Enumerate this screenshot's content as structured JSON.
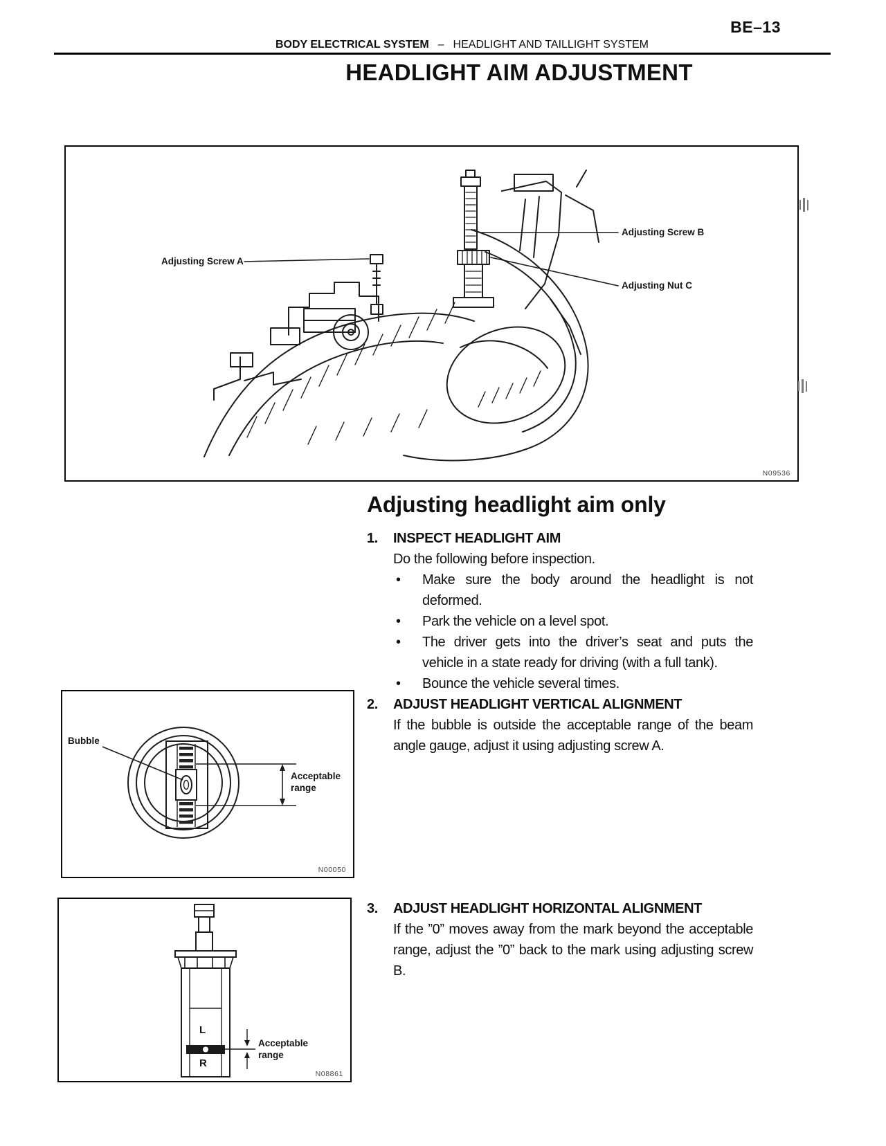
{
  "page": {
    "page_number": "BE–13",
    "header_bold": "BODY ELECTRICAL SYSTEM",
    "header_separator": "–",
    "header_rest": "HEADLIGHT AND TAILLIGHT SYSTEM",
    "title": "HEADLIGHT AIM ADJUSTMENT"
  },
  "figure1": {
    "screw_a_label": "Adjusting Screw A",
    "screw_b_label": "Adjusting Screw B",
    "nut_c_label": "Adjusting Nut C",
    "code": "N09536"
  },
  "section": {
    "heading": "Adjusting headlight aim only",
    "bullet_glyph": "•",
    "steps": [
      {
        "number": "1.",
        "title": "INSPECT HEADLIGHT AIM",
        "intro": "Do the following before inspection.",
        "bullets": [
          "Make sure the body around the headlight is not deformed.",
          "Park the vehicle on a level spot.",
          "The driver gets into the driver’s seat and puts the vehicle in a state ready for driving (with a full tank).",
          "Bounce the vehicle several times."
        ]
      },
      {
        "number": "2.",
        "title": "ADJUST HEADLIGHT VERTICAL ALIGNMENT",
        "body": "If the bubble is outside the acceptable range of the beam angle gauge, adjust it using adjusting screw A."
      },
      {
        "number": "3.",
        "title": "ADJUST HEADLIGHT HORIZONTAL ALIGNMENT",
        "body": "If the ”0” moves away from the mark beyond the acceptable range, adjust the ”0” back to the mark using adjusting screw B."
      }
    ]
  },
  "figure2": {
    "bubble_label": "Bubble",
    "range_label": "Acceptable range",
    "code": "N00050"
  },
  "figure3": {
    "upper_mark": "L",
    "lower_mark": "R",
    "range_label": "Acceptable range",
    "code": "N08861"
  }
}
